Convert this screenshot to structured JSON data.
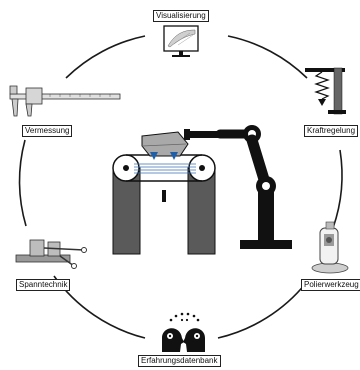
{
  "labels": {
    "visualisierung": "Visualisierung",
    "kraftregelung": "Kraftregelung",
    "polierwerkzeug": "Polierwerkzeug",
    "erfahrungsdatenbank": "Erfahrungsdatenbank",
    "spanntechnik": "Spanntechnik",
    "vermessung": "Vermessung"
  },
  "colors": {
    "ring": "#1a1a1a",
    "gantry": "#5a5a5a",
    "robot": "#0d0d0d",
    "workpiece": "#a9a9a9",
    "contact": "#1f5fa8"
  }
}
